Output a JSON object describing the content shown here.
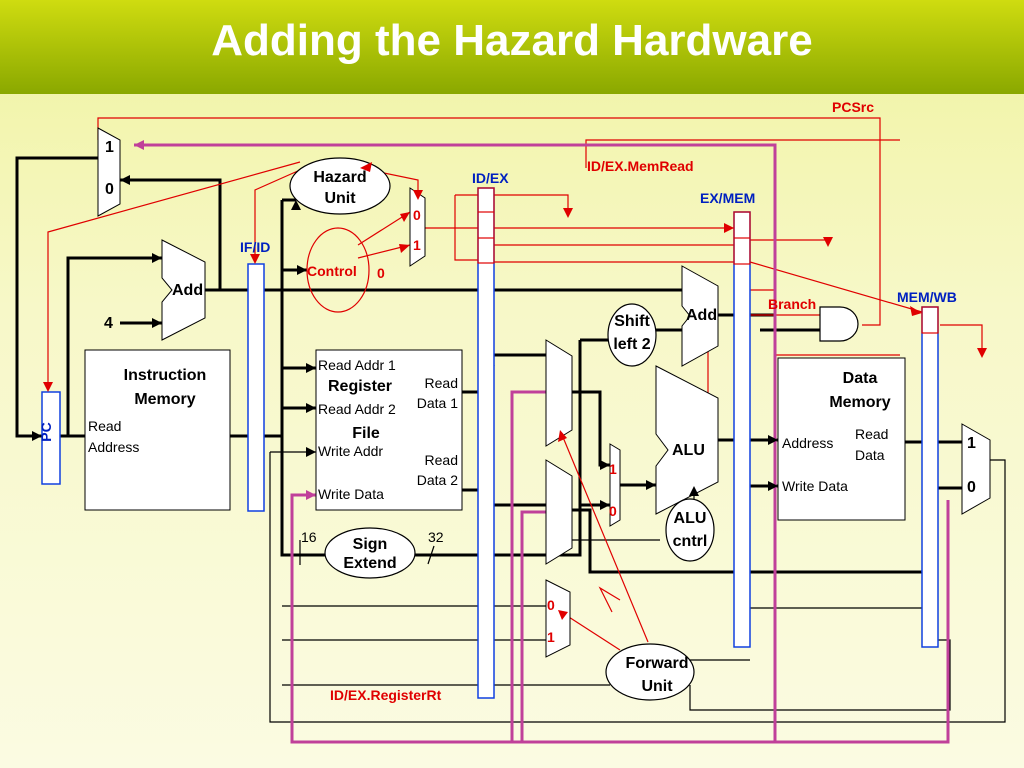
{
  "title": "Adding the Hazard Hardware",
  "labels": {
    "pcsrc": "PCSrc",
    "id_ex_memread": "ID/EX.MemRead",
    "id_ex": "ID/EX",
    "ex_mem": "EX/MEM",
    "if_id": "IF/ID",
    "mem_wb": "MEM/WB",
    "branch": "Branch",
    "id_ex_registerrt": "ID/EX.RegisterRt"
  },
  "hazard_unit": [
    "Hazard",
    "Unit"
  ],
  "control": {
    "label": "Control",
    "zero": "0"
  },
  "pc": "PC",
  "add": "Add",
  "four": "4",
  "instruction_memory": {
    "title": [
      "Instruction",
      "Memory"
    ],
    "port": [
      "Read",
      "Address"
    ]
  },
  "register_file": {
    "read_addr_1": "Read Addr 1",
    "title": [
      "Register",
      "File"
    ],
    "read_addr_2": "Read Addr 2",
    "write_addr": "Write Addr",
    "write_data": "Write Data",
    "read_data_1": [
      "Read",
      "Data 1"
    ],
    "read_data_2": [
      "Read",
      "Data 2"
    ]
  },
  "shift_left": [
    "Shift",
    "left 2"
  ],
  "sign_extend": {
    "label": [
      "Sign",
      "Extend"
    ],
    "in_width": "16",
    "out_width": "32"
  },
  "alu": "ALU",
  "alu_control": [
    "ALU",
    "cntrl"
  ],
  "data_memory": {
    "title": [
      "Data",
      "Memory"
    ],
    "address": "Address",
    "read_data": [
      "Read",
      "Data"
    ],
    "write_data": "Write Data"
  },
  "forward_unit": [
    "Forward",
    "Unit"
  ],
  "mux_inputs": {
    "one": "1",
    "zero": "0"
  }
}
